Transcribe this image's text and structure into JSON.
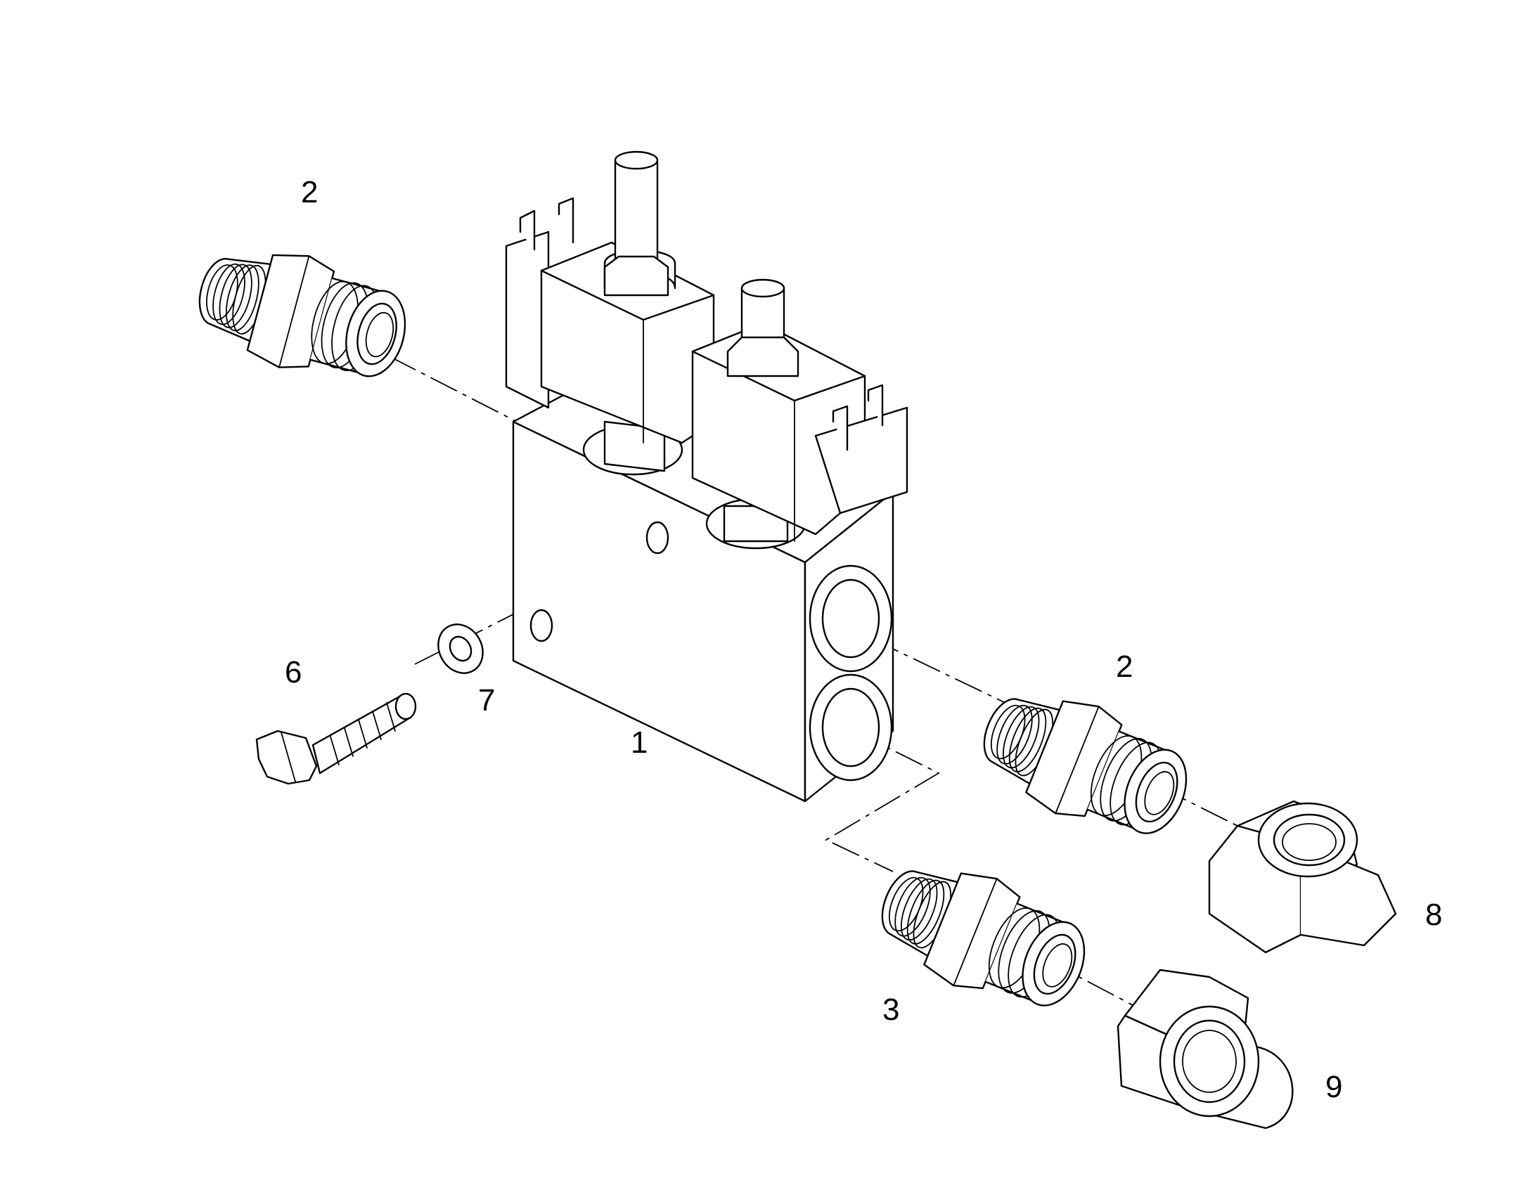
{
  "drawing": {
    "callouts": [
      {
        "id": "c-2a",
        "text": "2"
      },
      {
        "id": "c-2b",
        "text": "2"
      },
      {
        "id": "c-1",
        "text": "1"
      },
      {
        "id": "c-3",
        "text": "3"
      },
      {
        "id": "c-6",
        "text": "6"
      },
      {
        "id": "c-7",
        "text": "7"
      },
      {
        "id": "c-8",
        "text": "8"
      },
      {
        "id": "c-9",
        "text": "9"
      }
    ]
  },
  "colors": {
    "line": "#000000",
    "background": "#ffffff"
  },
  "parts": [
    "valve-block",
    "solenoid-coil",
    "solenoid-stem",
    "straight-fitting",
    "elbow-fitting",
    "bolt",
    "washer"
  ]
}
